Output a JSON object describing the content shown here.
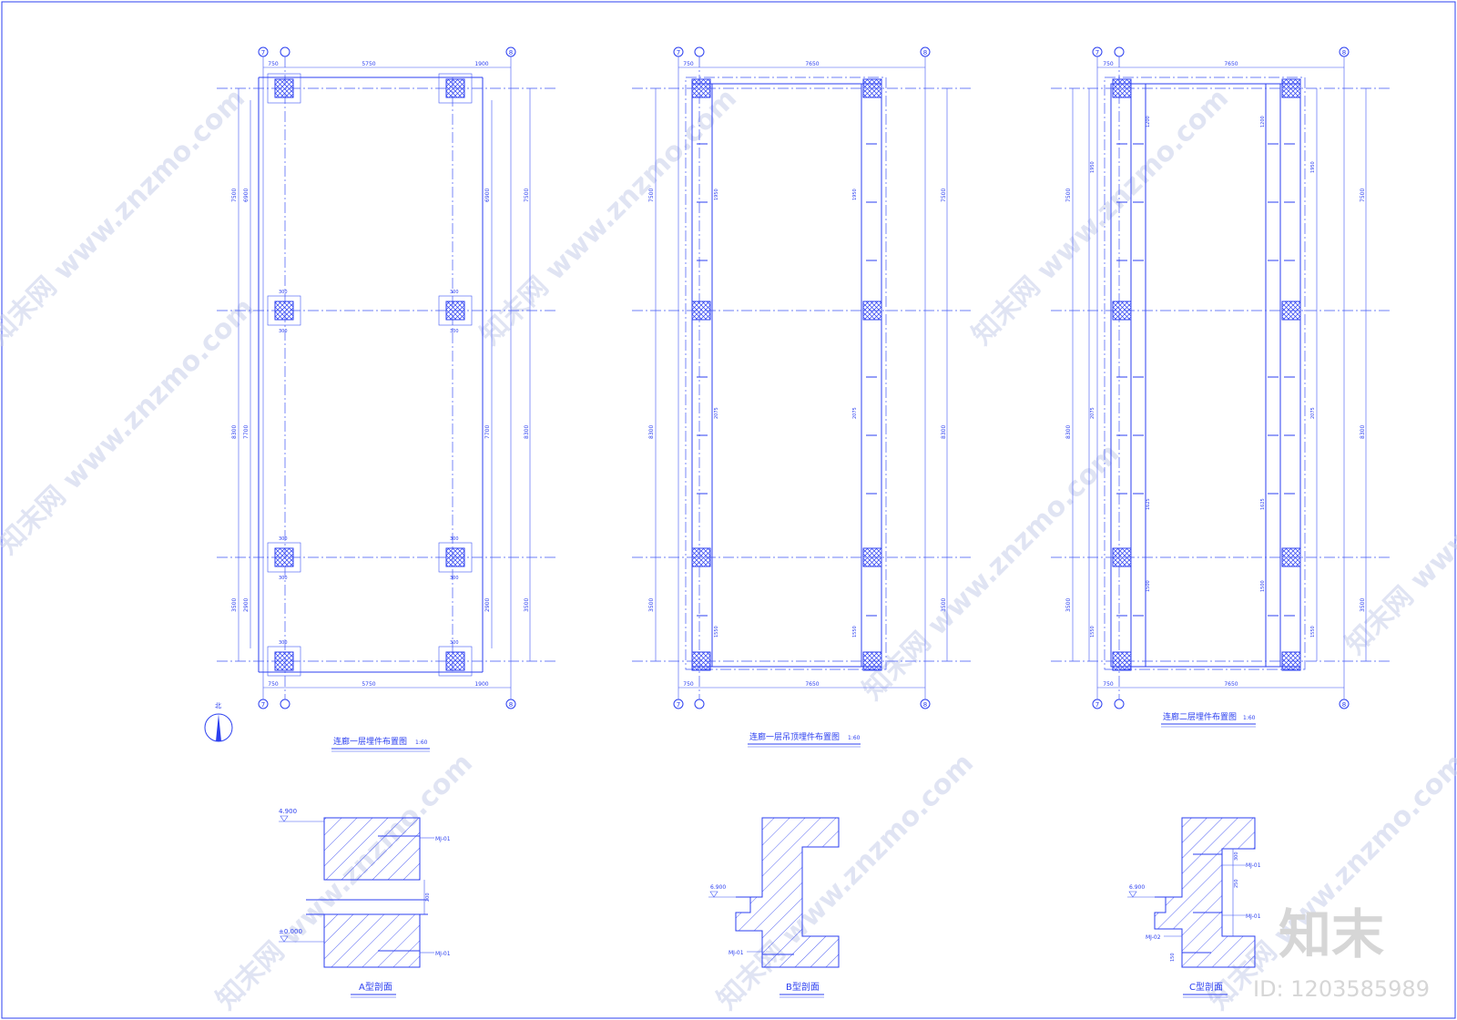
{
  "plans": [
    {
      "title": "连廊一层埋件布置图",
      "scale": "1:60",
      "top_dims": [
        "750",
        "5750",
        "1900"
      ],
      "bottom_dims": [
        "750",
        "5750",
        "1900"
      ],
      "side_dims": [
        "7500",
        "8300",
        "3500"
      ],
      "inner_dims": [
        "6900",
        "7700",
        "2900"
      ]
    },
    {
      "title": "连廊一层吊顶埋件布置图",
      "scale": "1:60",
      "top_dims": [
        "750",
        "7650"
      ],
      "bottom_dims": [
        "750",
        "7650"
      ],
      "side_dims": [
        "7500",
        "8300",
        "3500"
      ],
      "spacing_labels": [
        "1950",
        "2075",
        "1550"
      ]
    },
    {
      "title": "连廊二层埋件布置图",
      "scale": "1:60",
      "top_dims": [
        "750",
        "7650"
      ],
      "bottom_dims": [
        "750",
        "7650"
      ],
      "side_dims": [
        "7500",
        "8300",
        "3500"
      ],
      "spacing_labels": [
        "1950",
        "2075",
        "1550",
        "1200",
        "1625",
        "1500"
      ]
    }
  ],
  "grid_labels": {
    "col_a": "7",
    "col_b": "8"
  },
  "pad_dims": {
    "w": "300",
    "h": "300"
  },
  "sections": [
    {
      "title": "A型剖面",
      "elev_top": "4.900",
      "elev_bottom": "±0.000",
      "tags": [
        "MJ-01",
        "MJ-01"
      ],
      "dim": "200"
    },
    {
      "title": "B型剖面",
      "elev_top": "6.900",
      "tags": [
        "MJ-01"
      ]
    },
    {
      "title": "C型剖面",
      "elev_top": "6.900",
      "tags": [
        "MJ-01",
        "MJ-01",
        "MJ-02"
      ],
      "dims": [
        "300",
        "250",
        "150"
      ]
    }
  ],
  "north_label": "北",
  "watermark": "知末网 www.znzmo.com",
  "brand": {
    "name": "知末",
    "id": "ID: 1203585989"
  },
  "colors": {
    "ink": "#2b3ff0",
    "watermark": "#c8ceea",
    "brand": "#d6d6d6"
  }
}
